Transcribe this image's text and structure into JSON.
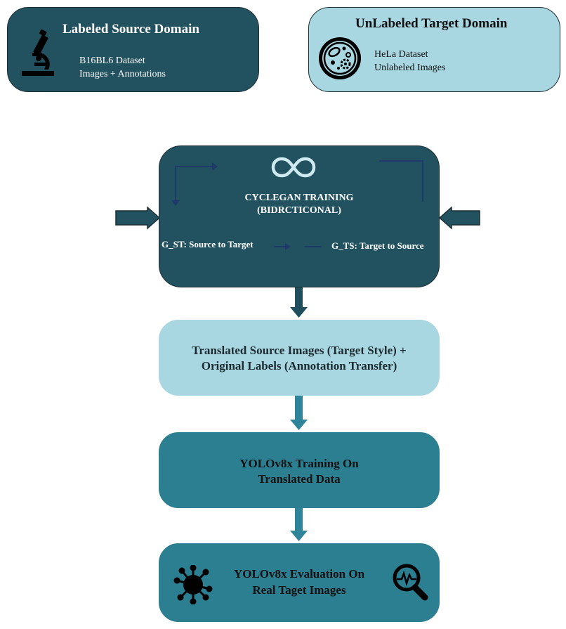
{
  "source_domain": {
    "title": "Labeled Source Domain",
    "line1": "B16BL6 Dataset",
    "line2": "Images + Annotations",
    "icon": "microscope-icon"
  },
  "target_domain": {
    "title": "UnLabeled Target Domain",
    "line1": "HeLa Dataset",
    "line2": "Unlabeled Images",
    "icon": "cell-icon"
  },
  "cyclegan": {
    "title_line1": "CYCLEGAN TRAINING",
    "title_line2": "(BIDRCTICONAL)",
    "g_st": "G_ST: Source to Target",
    "g_ts": "G_TS: Target to Source",
    "icon": "infinity-icon"
  },
  "translated": {
    "line1": "Translated Source Images (Target Style) +",
    "line2": "Original Labels (Annotation Transfer)"
  },
  "yolo_training": {
    "line1": "YOLOv8x Training On",
    "line2": "Translated Data"
  },
  "yolo_eval": {
    "line1": "YOLOv8x Evaluation On",
    "line2": "Real Taget Images",
    "icons": [
      "virus-icon",
      "magnifier-analysis-icon"
    ]
  },
  "colors": {
    "dark": "#22525f",
    "light": "#a8d6e1",
    "mid": "#2c7e91",
    "arrow_dark": "#1f4f5c",
    "arrow_mid": "#2e8599",
    "cycle_arrow": "#1d3a6b"
  }
}
